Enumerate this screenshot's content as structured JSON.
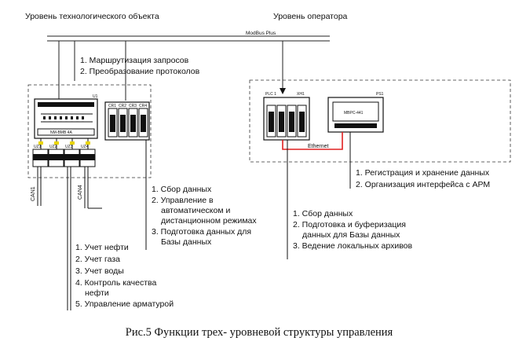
{
  "headings": {
    "field_level": "Уровень технологического объекта",
    "operator_level": "Уровень оператора"
  },
  "bus": {
    "modbus": "ModBus Plus",
    "ethernet": "Ethernet"
  },
  "gateway_functions": [
    "1. Маршрутизация запросов",
    "2. Преобразование протоколов"
  ],
  "controller_functions": [
    "1. Сбор данных",
    "2. Управление в",
    "автоматическом и",
    "дистанционном режимах",
    "3. Подготовка данных для",
    "Базы данных"
  ],
  "operator_plc_functions": [
    "1. Сбор данных",
    "2. Подготовка и буферизация",
    "данных для Базы данных",
    "3. Ведение локальных архивов"
  ],
  "workstation_functions": [
    "1. Регистрация и хранение данных",
    "2. Организация интерфейса с АРМ"
  ],
  "field_functions": [
    "1. Учет нефти",
    "2. Учет газа",
    "3. Учет воды",
    "4. Контроль качества",
    "нефти",
    "5. Управление арматурой"
  ],
  "can_labels": [
    "CAN1",
    "CAN4"
  ],
  "devices": {
    "gateway_tag": "U1",
    "gateway_name": "NM-BMB 4A",
    "modules": [
      "UZ1",
      "UZ2",
      "UZ3",
      "UZ4"
    ],
    "plc_slots": [
      "CR1",
      "CR2",
      "CR3",
      "CR4"
    ],
    "operator_plc_tag": "PLC 1",
    "operator_plc_rack": "XH1",
    "pc_tag": "PS1",
    "pc_name": "MBPC-441"
  },
  "caption": "Рис.5 Функции трех- уровневой структуры управления"
}
